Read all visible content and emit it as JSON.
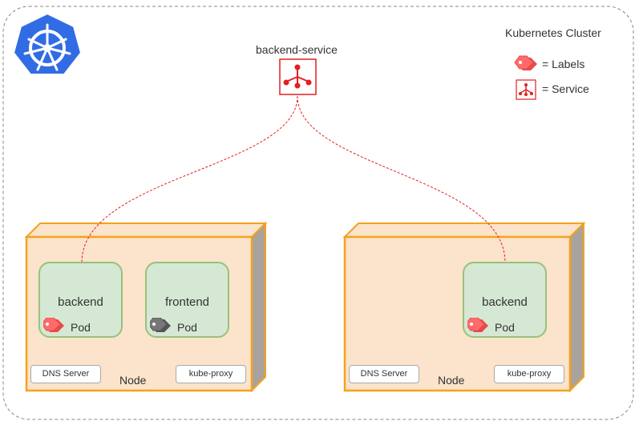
{
  "cluster": {
    "title": "Kubernetes Cluster",
    "legend": [
      {
        "icon": "label-tag-icon",
        "text": "= Labels"
      },
      {
        "icon": "service-icon",
        "text": "= Service"
      }
    ]
  },
  "service": {
    "name": "backend-service"
  },
  "nodes": [
    {
      "label": "Node",
      "dns": "DNS Server",
      "proxy": "kube-proxy",
      "pods": [
        {
          "name": "backend",
          "kind": "Pod",
          "tag_color": "#e84a4a"
        },
        {
          "name": "frontend",
          "kind": "Pod",
          "tag_color": "#555555"
        }
      ]
    },
    {
      "label": "Node",
      "dns": "DNS Server",
      "proxy": "kube-proxy",
      "pods": [
        {
          "name": "backend",
          "kind": "Pod",
          "tag_color": "#e84a4a"
        }
      ]
    }
  ],
  "colors": {
    "node_fill": "#fbe3cc",
    "node_border": "#f6a21b",
    "pod_fill": "#d5e8d4",
    "pod_border": "#97c27b",
    "service_red": "#e41f1f",
    "k8s_blue": "#326ce5"
  }
}
